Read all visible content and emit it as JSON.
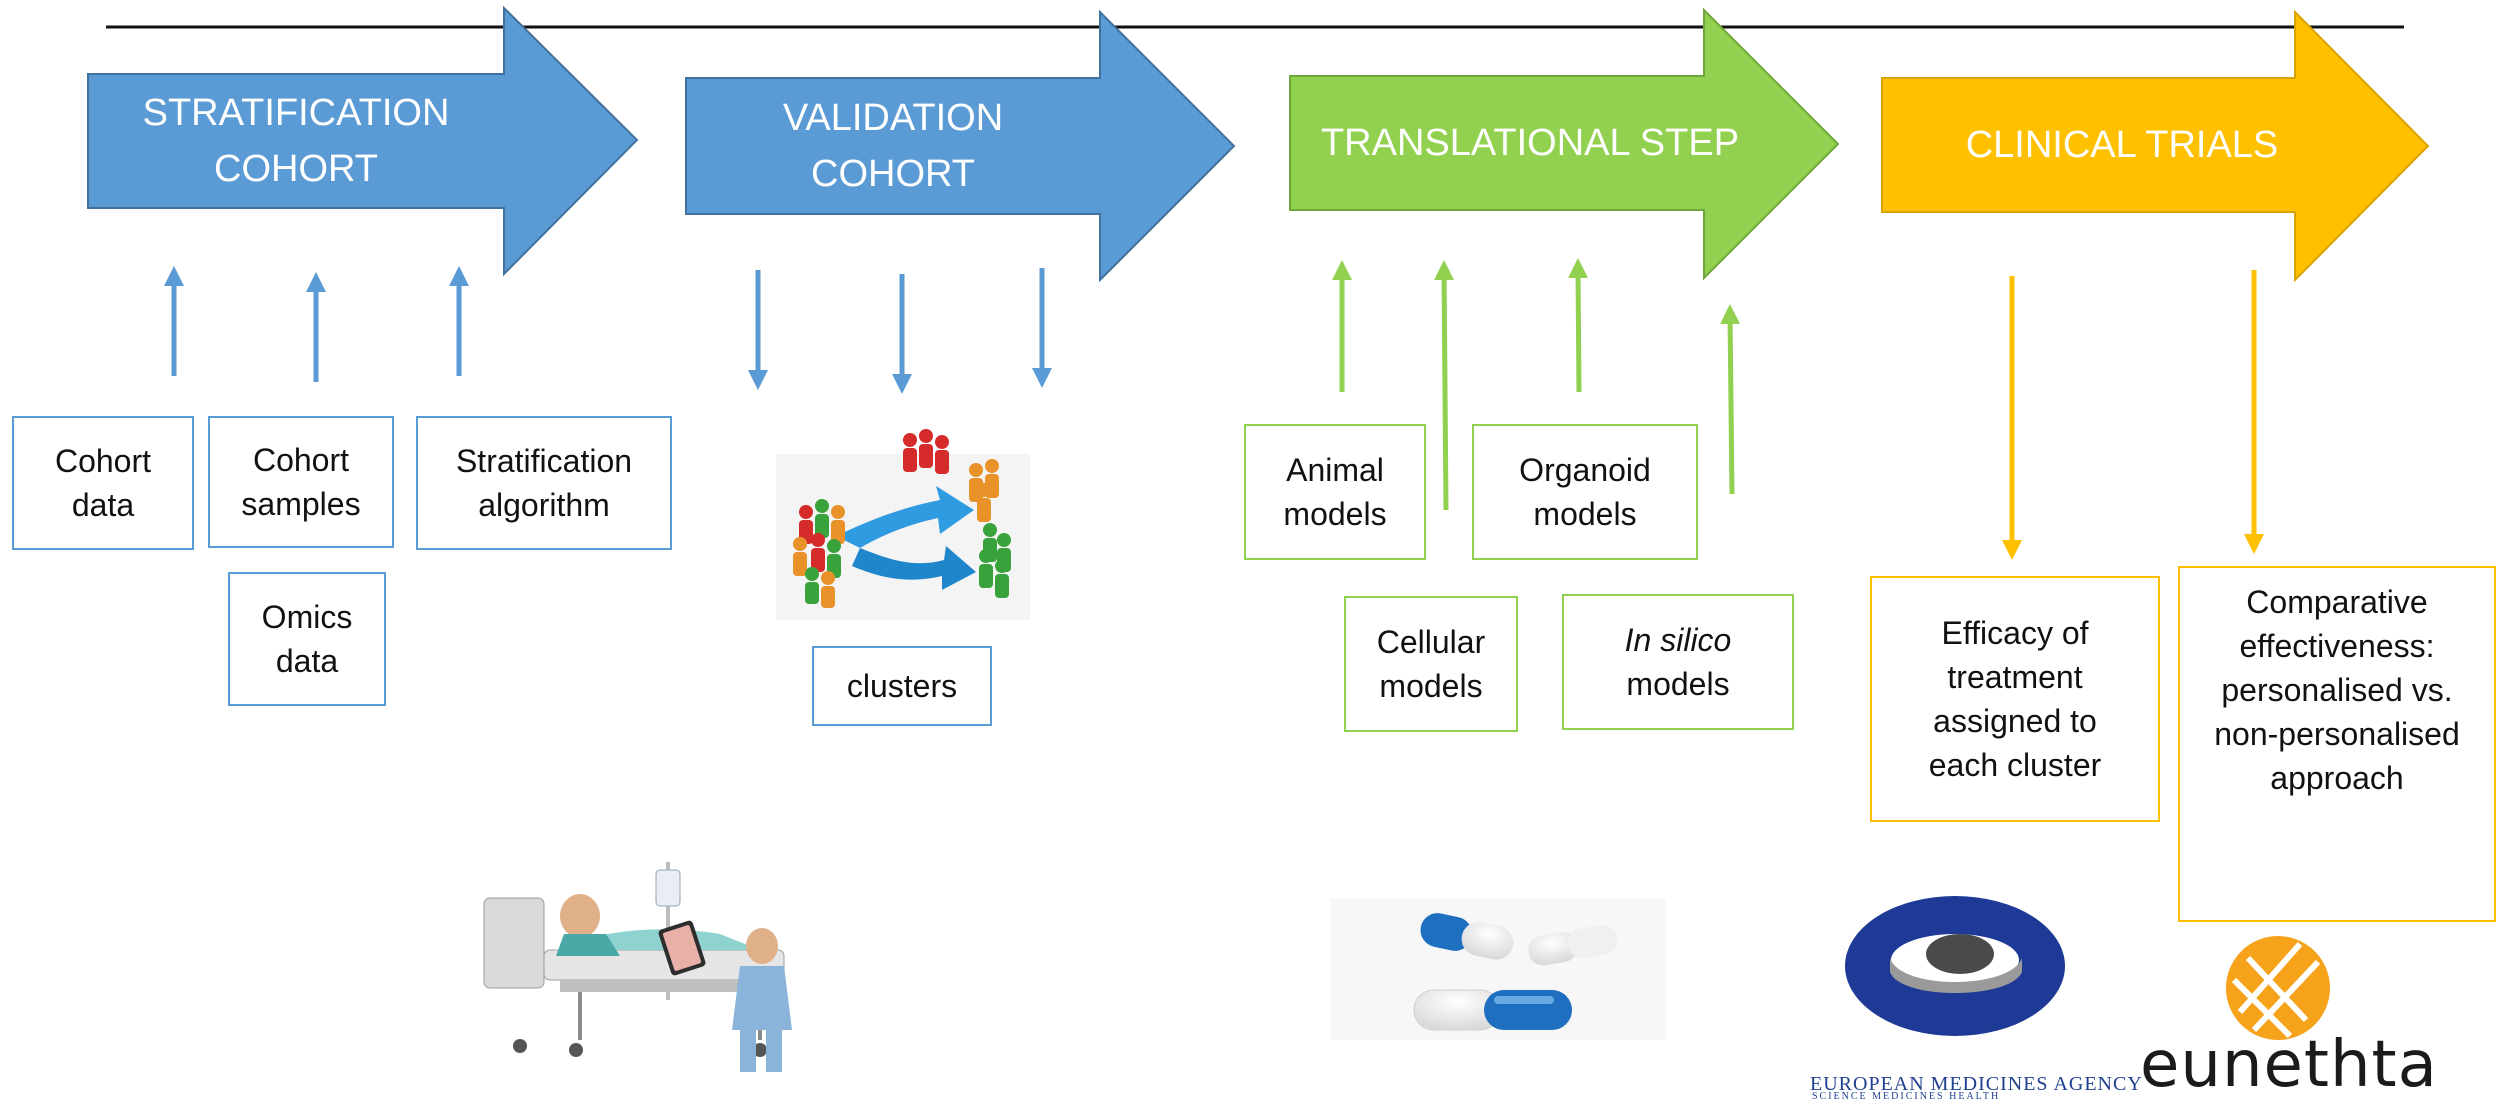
{
  "colors": {
    "blue": "#5b9bd5",
    "green": "#92d050",
    "yellow": "#ffc000",
    "ema_blue": "#1f3f8f"
  },
  "stages": [
    {
      "id": "stratification",
      "line1": "STRATIFICATION",
      "line2": "COHORT",
      "color": "#5b9bd5"
    },
    {
      "id": "validation",
      "line1": "VALIDATION",
      "line2": "COHORT",
      "color": "#5b9bd5"
    },
    {
      "id": "translational",
      "line1": "TRANSLATIONAL STEP",
      "line2": "",
      "color": "#92d050"
    },
    {
      "id": "clinical",
      "line1": "CLINICAL TRIALS",
      "line2": "",
      "color": "#ffc000"
    }
  ],
  "boxes": {
    "cohort_data": {
      "line1": "Cohort",
      "line2": "data"
    },
    "cohort_samples": {
      "line1": "Cohort",
      "line2": "samples"
    },
    "stratification_algorithm": {
      "line1": "Stratification",
      "line2": "algorithm"
    },
    "omics_data": {
      "line1": "Omics",
      "line2": "data"
    },
    "clusters": {
      "line1": "clusters"
    },
    "animal_models": {
      "line1": "Animal",
      "line2": "models"
    },
    "organoid_models": {
      "line1": "Organoid",
      "line2": "models"
    },
    "cellular_models": {
      "line1": "Cellular",
      "line2": "models"
    },
    "in_silico_models": {
      "line1": "In silico",
      "line2": "models"
    },
    "efficacy": {
      "line1": "Efficacy of",
      "line2": "treatment",
      "line3": "assigned to",
      "line4": "each cluster"
    },
    "comparative": {
      "line1": "Comparative",
      "line2": "effectiveness:",
      "line3": "personalised vs.",
      "line4": "non-personalised",
      "line5": "approach"
    }
  },
  "logos": {
    "ema_name": "EUROPEAN MEDICINES AGENCY",
    "ema_tagline": "SCIENCE   MEDICINES   HEALTH",
    "eunethta": "eunethta"
  },
  "icons": {
    "clusters_illustration": "clusters-people-icon",
    "hospital_illustration": "hospital-bed-icon",
    "capsules_illustration": "capsules-icon",
    "ema_logo": "ema-logo-icon",
    "eunethta_logo": "eunethta-logo-icon"
  }
}
